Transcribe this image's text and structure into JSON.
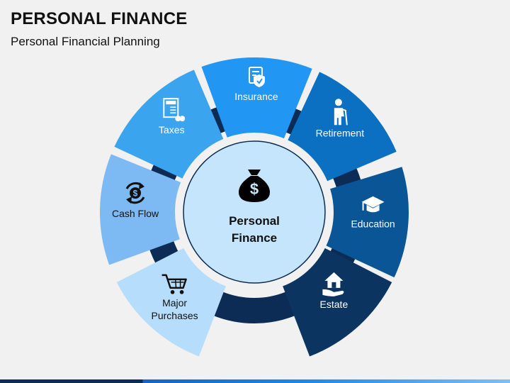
{
  "title": "PERSONAL FINANCE",
  "subtitle": "Personal Financial Planning",
  "center": {
    "line1": "Personal",
    "line2": "Finance",
    "icon": "money-bag-icon"
  },
  "segments": [
    {
      "label": "Insurance",
      "lines": [
        "Insurance"
      ],
      "icon": "insurance-icon",
      "color": "#2196f3",
      "text": "#ffffff"
    },
    {
      "label": "Retirement",
      "lines": [
        "Retirement"
      ],
      "icon": "elderly-person-icon",
      "color": "#0b6fc2",
      "text": "#ffffff"
    },
    {
      "label": "Education",
      "lines": [
        "Education"
      ],
      "icon": "graduation-cap-icon",
      "color": "#0a5596",
      "text": "#ffffff"
    },
    {
      "label": "Estate",
      "lines": [
        "Estate"
      ],
      "icon": "house-in-hand-icon",
      "color": "#0b3560",
      "text": "#ffffff"
    },
    {
      "label": "Major Purchases",
      "lines": [
        "Major",
        "Purchases"
      ],
      "icon": "shopping-cart-icon",
      "color": "#b6ddfb",
      "text": "#111111"
    },
    {
      "label": "Cash Flow",
      "lines": [
        "Cash Flow"
      ],
      "icon": "cash-cycle-icon",
      "color": "#7dbaf3",
      "text": "#111111"
    },
    {
      "label": "Taxes",
      "lines": [
        "Taxes"
      ],
      "icon": "tax-document-icon",
      "color": "#3aa4ee",
      "text": "#ffffff"
    }
  ],
  "colors": {
    "ring": "#0c2c55",
    "hub": "#c4e5fb",
    "background": "#f1f1f1"
  }
}
